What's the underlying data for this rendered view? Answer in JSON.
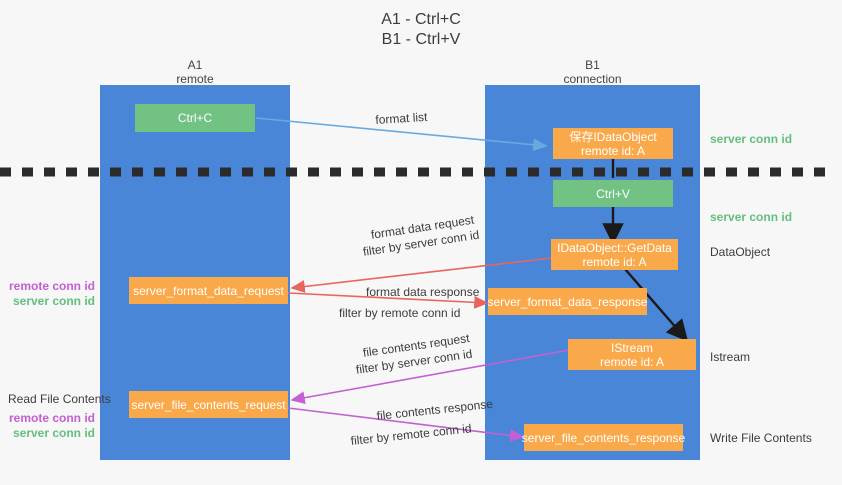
{
  "title": {
    "line1": "A1 - Ctrl+C",
    "line2": "B1 - Ctrl+V"
  },
  "colors": {
    "background": "#f7f7f7",
    "lane": "#4a86d8",
    "box_orange": "#f9a94a",
    "box_green": "#72c284",
    "server_conn_id": "#63c07c",
    "remote_conn_id": "#c45fd4",
    "arrow_blue": "#6aa9e0",
    "arrow_red": "#e8645f",
    "arrow_purple": "#c45fd4",
    "arrow_black": "#1a1a1a",
    "divider": "#2b2b2b",
    "text": "#3c3c3c"
  },
  "lanes": [
    {
      "id": "a1",
      "name": "A1",
      "sub": "remote"
    },
    {
      "id": "b1",
      "name": "B1",
      "sub": "connection"
    }
  ],
  "boxes": {
    "ctrl_c": {
      "label": "Ctrl+C",
      "color": "green"
    },
    "save_idataobject": {
      "line1": "保存IDataObject",
      "line2": "remote id: A",
      "color": "orange"
    },
    "ctrl_v": {
      "label": "Ctrl+V",
      "color": "green"
    },
    "getdata": {
      "line1": "IDataObject::GetData",
      "line2": "remote id: A",
      "color": "orange"
    },
    "server_format_data_request": {
      "label": "server_format_data_request",
      "color": "orange"
    },
    "server_format_data_response": {
      "label": "server_format_data_response",
      "color": "orange"
    },
    "istream": {
      "line1": "IStream",
      "line2": "remote id: A",
      "color": "orange"
    },
    "server_file_contents_request": {
      "label": "server_file_contents_request",
      "color": "orange"
    },
    "server_file_contents_response": {
      "label": "server_file_contents_response",
      "color": "orange"
    }
  },
  "edge_labels": {
    "format_list": "format list",
    "format_data_request": "format data request",
    "format_data_request_filter_prefix": "filter by ",
    "format_data_request_filter_value": "server conn id",
    "format_data_response": "format data response",
    "format_data_response_filter_prefix": "filter by ",
    "format_data_response_filter_value": "remote conn id",
    "file_contents_request": "file contents request",
    "file_contents_request_filter_prefix": "filter by ",
    "file_contents_request_filter_value": "server conn id",
    "file_contents_response": "file contents response",
    "file_contents_response_filter_prefix": "filter by ",
    "file_contents_response_filter_value": "remote conn id"
  },
  "right_labels": {
    "server_conn_id_top": "server conn id",
    "server_conn_id_mid": "server conn id",
    "dataobject": "DataObject",
    "istream": "Istream",
    "write_file_contents": "Write File Contents"
  },
  "left_labels": {
    "remote_conn_id_1": "remote conn id",
    "server_conn_id_1": "server conn id",
    "read_file_contents": "Read File Contents",
    "remote_conn_id_2": "remote conn id",
    "server_conn_id_2": "server conn id"
  }
}
